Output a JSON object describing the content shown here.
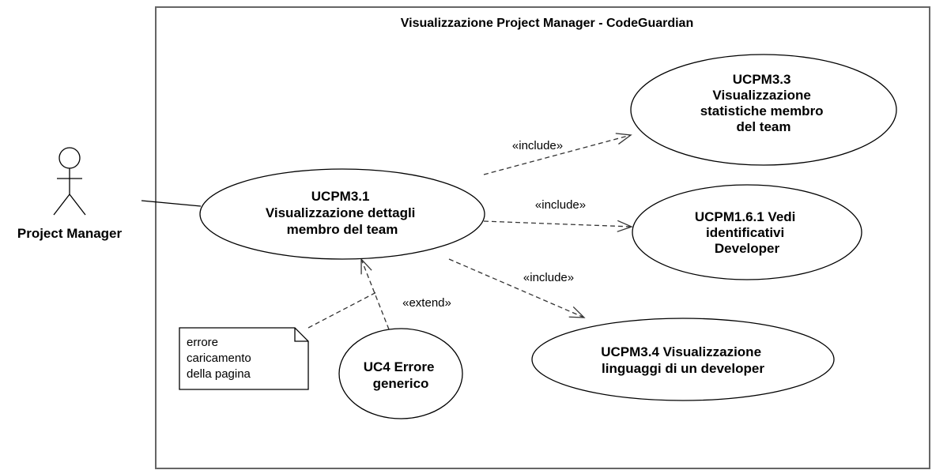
{
  "system": {
    "title": "Visualizzazione Project Manager - CodeGuardian"
  },
  "actor": {
    "name": "Project Manager"
  },
  "use_cases": {
    "ucpm31": [
      "UCPM3.1",
      "Visualizzazione dettagli",
      "membro del team"
    ],
    "ucpm33": [
      "UCPM3.3",
      "Visualizzazione",
      "statistiche membro",
      "del team"
    ],
    "ucpm161": [
      "UCPM1.6.1 Vedi",
      "identificativi",
      "Developer"
    ],
    "ucpm34": [
      "UCPM3.4 Visualizzazione",
      "linguaggi di un developer"
    ],
    "uc4": [
      "UC4 Errore",
      "generico"
    ]
  },
  "relations": {
    "include_1": "«include»",
    "include_2": "«include»",
    "include_3": "«include»",
    "extend": "«extend»"
  },
  "note": {
    "lines": [
      "errore",
      "caricamento",
      "della pagina"
    ]
  },
  "colors": {
    "stroke": "#000000",
    "boundary": "#666666",
    "relation": "#333333"
  }
}
